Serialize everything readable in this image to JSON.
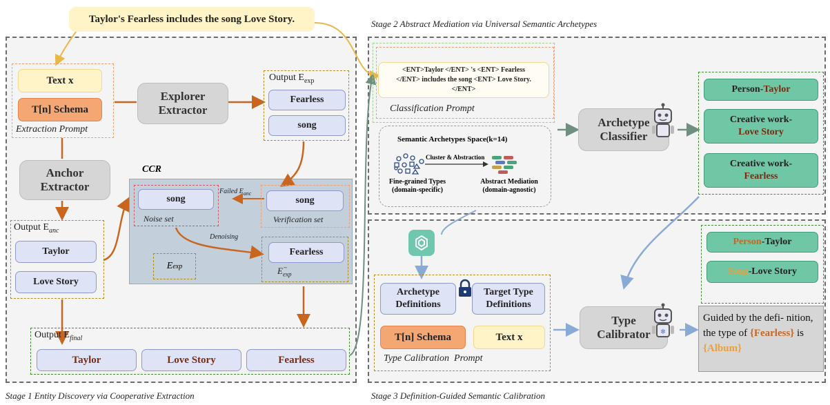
{
  "stages": {
    "stage1": "Stage 1 Entity Discovery via Cooperative Extraction",
    "stage2": "Stage 2 Abstract Mediation via Universal Semantic Archetypes",
    "stage3": "Stage 3 Definition-Guided Semantic Calibration"
  },
  "input_sentence": "Taylor's Fearless includes the song Love Story.",
  "stage1": {
    "text_x": "Text x",
    "schema": "T[n] Schema",
    "extraction_prompt": "Extraction Prompt",
    "explorer_extractor": "Explorer Extractor",
    "output_exp_label": "Output E",
    "output_exp_sub": "exp",
    "explorer_outputs": [
      "Fearless",
      "song"
    ],
    "anchor_extractor": "Anchor Extractor",
    "output_anc_label": "Output E",
    "output_anc_sub": "anc",
    "anchor_outputs": [
      "Taylor",
      "Love Story"
    ],
    "ccr": "CCR",
    "noise_item": "song",
    "noise_set": "Noise set",
    "failed_label": "Failed E",
    "failed_sub": "anc",
    "verification_item": "song",
    "verification_set": "Verification set",
    "denoising": "Denoising",
    "e_exp": "E",
    "e_exp_sub": "exp",
    "fearless_refined": "Fearless",
    "e_exp_tilde": "E",
    "e_exp_tilde_sub": "exp",
    "output_final_label": "Output E",
    "output_final_sub": "final",
    "final_outputs": [
      "Taylor",
      "Love Story",
      "Fearless"
    ]
  },
  "stage2": {
    "prompt_line1": "<ENT>Taylor </ENT> 's <ENT> Fearless",
    "prompt_line2": "</ENT> includes the song <ENT> Love Story.",
    "prompt_line3": "</ENT>",
    "classification_prompt": "Classification Prompt",
    "space_title": "Semantic Archetypes Space(k=14)",
    "cluster_label": "Cluster & Abstraction",
    "fine_grained": "Fine-grained Types",
    "domain_specific": "(domain-specific)",
    "abstract_mediation": "Abstract Mediation",
    "domain_agnostic": "(domain-agnostic)",
    "archetype_classifier": "Archetype Classifier",
    "results": [
      {
        "type": "Person-",
        "name": "Taylor"
      },
      {
        "type": "Creative work-",
        "name": "Love Story"
      },
      {
        "type": "Creative work-",
        "name": "Fearless"
      }
    ]
  },
  "stage3": {
    "archetype_definitions": "Archetype Definitions",
    "target_type_definitions": "Target Type Definitions",
    "schema": "T[n] Schema",
    "text_x": "Text x",
    "type_calibration": "Type Calibration",
    "prompt": "Prompt",
    "type_calibrator": "Type Calibrator",
    "guided_pre": "Guided by the defi- nition, the type of",
    "guided_entity": "{Fearless}",
    "guided_is": "is",
    "guided_type": "{Album}",
    "results": [
      {
        "type": "Person",
        "name": "-Taylor"
      },
      {
        "type": "Song",
        "name": "-Love Story"
      }
    ]
  },
  "colors": {
    "orange_arrow": "#c8661f",
    "green_arrow": "#6f8f80",
    "blue_arrow": "#8aaad6",
    "accent_orange": "#e07a2a",
    "dark_red": "#7a2a10"
  }
}
